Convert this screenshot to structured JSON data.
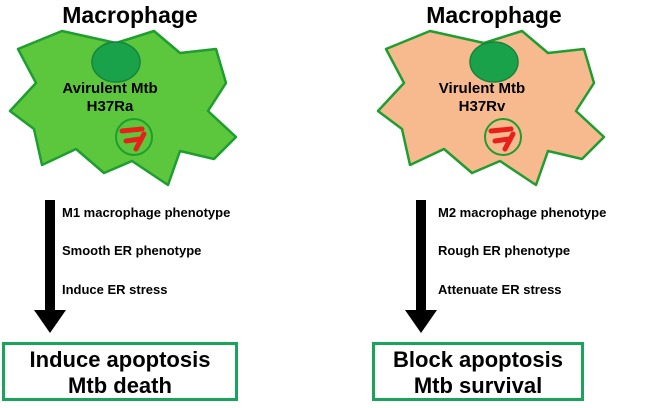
{
  "colors": {
    "avirulent_cell": "#5cc73c",
    "virulent_cell": "#f7b98e",
    "cell_outline": "#1d9e2f",
    "nucleus": "#1aa24a",
    "bacteria": "#e8201a",
    "outcome_border": "#1aa35a"
  },
  "left": {
    "title": "Macrophage",
    "cell_label_line1": "Avirulent Mtb",
    "cell_label_line2": "H37Ra",
    "steps": [
      "M1 macrophage phenotype",
      "Smooth ER phenotype",
      "Induce ER stress"
    ],
    "outcome_line1": "Induce apoptosis",
    "outcome_line2": "Mtb death"
  },
  "right": {
    "title": "Macrophage",
    "cell_label_line1": "Virulent Mtb",
    "cell_label_line2": "H37Rv",
    "steps": [
      "M2 macrophage phenotype",
      "Rough ER phenotype",
      "Attenuate ER stress"
    ],
    "outcome_line1": "Block apoptosis",
    "outcome_line2": "Mtb survival"
  }
}
